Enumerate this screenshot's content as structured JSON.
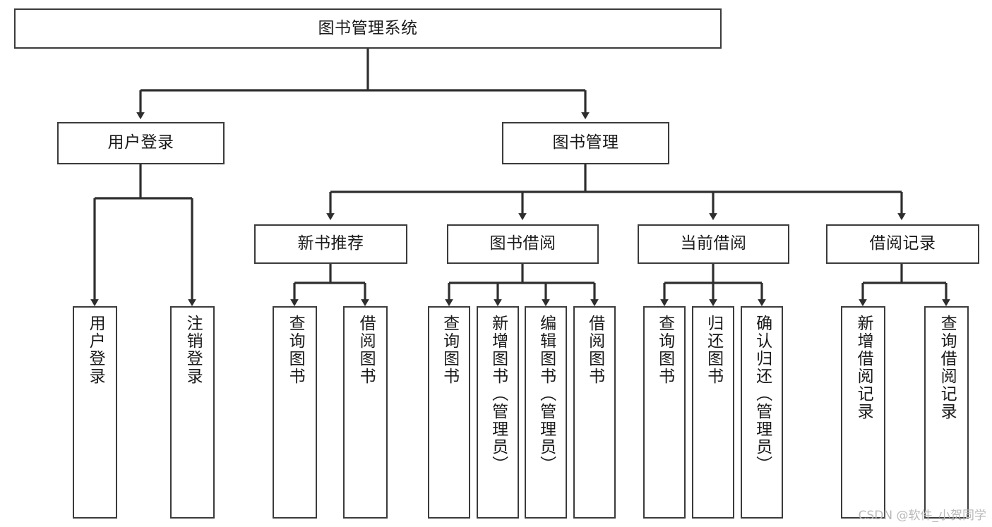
{
  "diagram": {
    "type": "tree-hierarchy-chart",
    "title": "图书管理系统",
    "watermark": "CSDN @软件_小贺同学",
    "colors": {
      "background": "#ffffff",
      "node_fill": "#ffffff",
      "node_border": "#3b3b3b",
      "edge": "#2e2e2e",
      "text": "#1a1a1a",
      "watermark": "#b9b9b9"
    },
    "root": {
      "label": "图书管理系统"
    },
    "level2": [
      {
        "label": "用户登录"
      },
      {
        "label": "图书管理"
      }
    ],
    "level3": [
      {
        "label": "新书推荐"
      },
      {
        "label": "图书借阅"
      },
      {
        "label": "当前借阅"
      },
      {
        "label": "借阅记录"
      }
    ],
    "leaves": {
      "user_login": [
        {
          "label": "用户登录"
        },
        {
          "label": "注销登录"
        }
      ],
      "new_book_recommend": [
        {
          "label": "查询图书"
        },
        {
          "label": "借阅图书"
        }
      ],
      "book_borrow": [
        {
          "label": "查询图书"
        },
        {
          "label": "新增图书（管理员）"
        },
        {
          "label": "编辑图书（管理员）"
        },
        {
          "label": "借阅图书"
        }
      ],
      "current_borrow": [
        {
          "label": "查询图书"
        },
        {
          "label": "归还图书"
        },
        {
          "label": "确认归还（管理员）"
        }
      ],
      "borrow_record": [
        {
          "label": "新增借阅记录"
        },
        {
          "label": "查询借阅记录"
        }
      ]
    }
  }
}
